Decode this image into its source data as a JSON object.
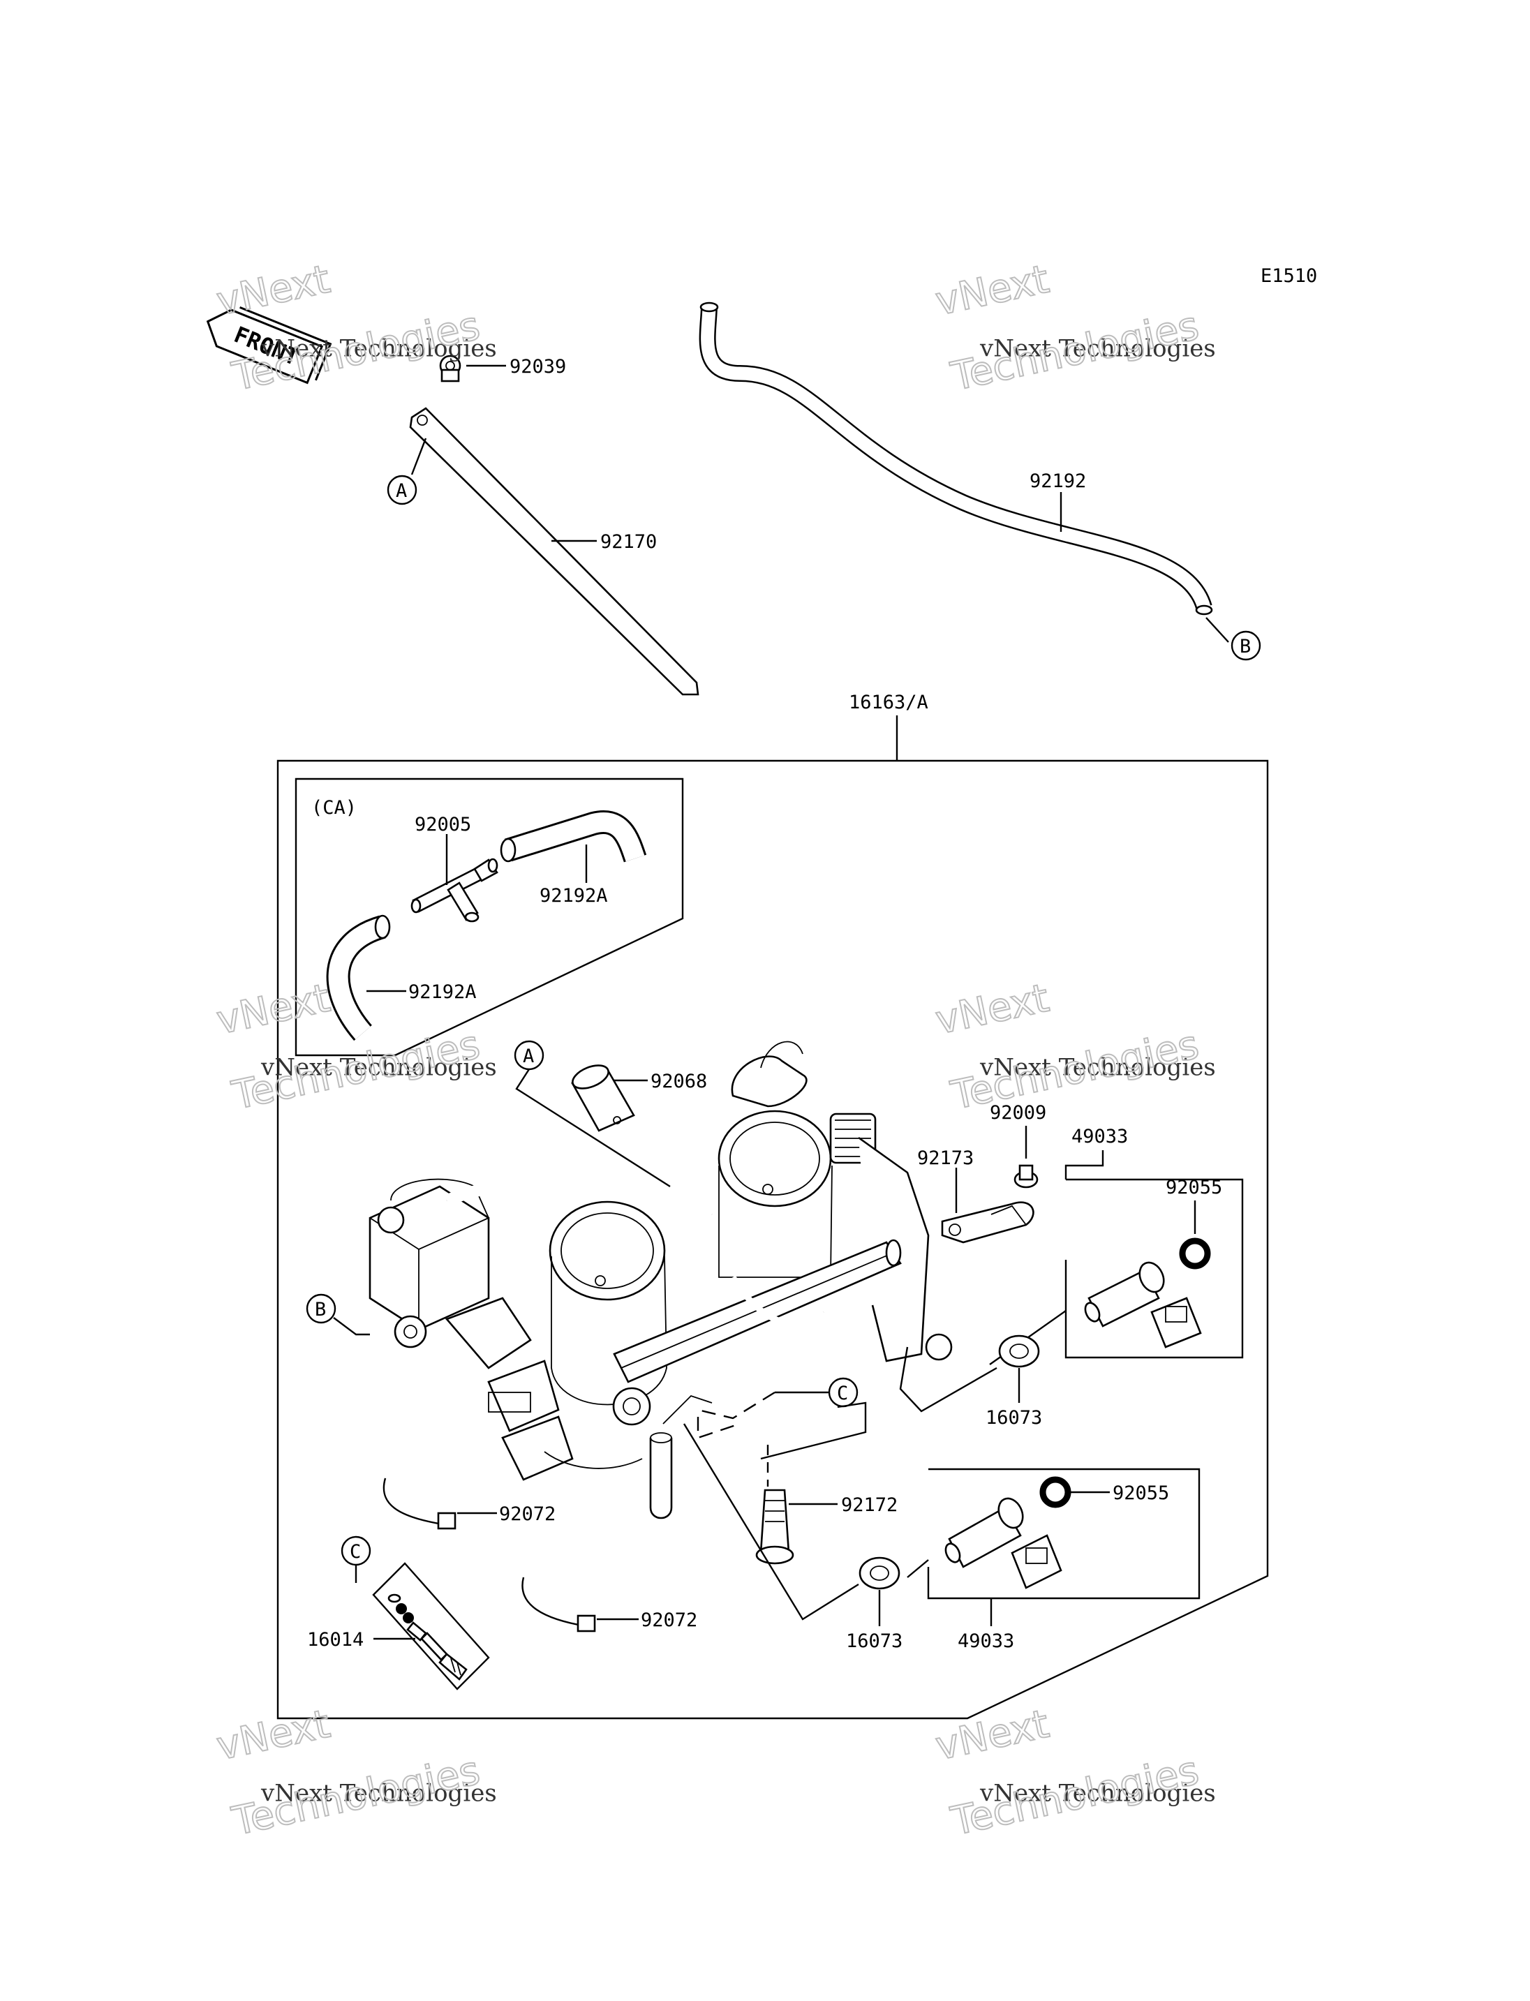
{
  "diagram_code": "E1510",
  "front_label": "FRONT",
  "watermark": {
    "line1": "vNext",
    "line2": "vNext Technologies",
    "line3": "Technologies"
  },
  "callouts": {
    "A": "A",
    "B": "B",
    "C": "C",
    "CA": "(CA)"
  },
  "parts": {
    "p92039": "92039",
    "p92170": "92170",
    "p92192": "92192",
    "p16163A": "16163/A",
    "p92005": "92005",
    "p92192A_1": "92192A",
    "p92192A_2": "92192A",
    "p92068": "92068",
    "p92009": "92009",
    "p49033_1": "49033",
    "p92173": "92173",
    "p92055_1": "92055",
    "p16073_1": "16073",
    "p92072_1": "92072",
    "p92172": "92172",
    "p92055_2": "92055",
    "p16014": "16014",
    "p92072_2": "92072",
    "p16073_2": "16073",
    "p49033_2": "49033"
  }
}
